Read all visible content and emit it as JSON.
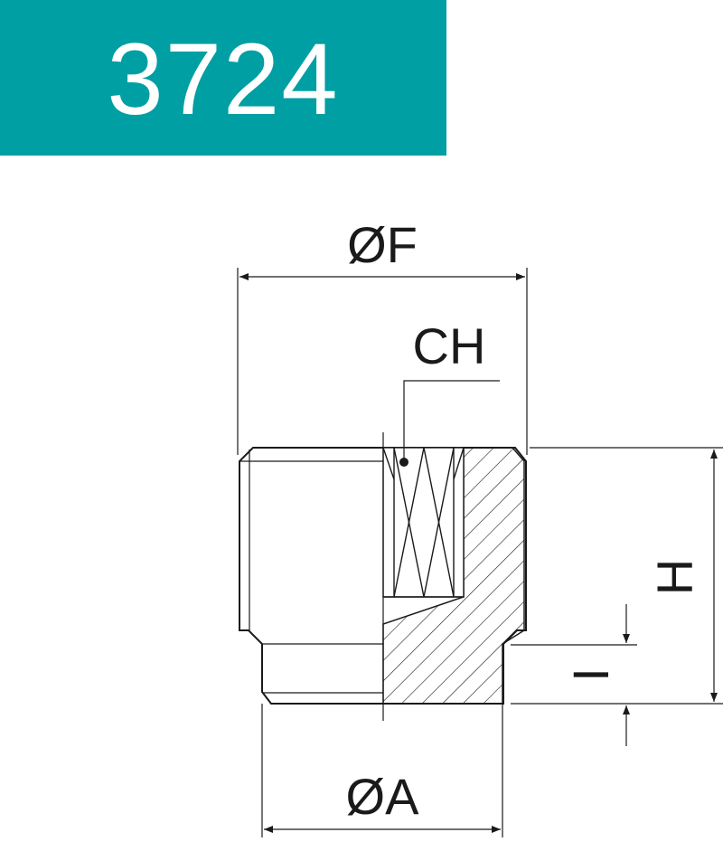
{
  "colors": {
    "banner": "#009fa3",
    "line": "#1a1a1a",
    "background": "#ffffff"
  },
  "banner": {
    "code": "3724"
  },
  "labels": {
    "dia_f": "ØF",
    "ch": "CH",
    "h": "H",
    "i": "I",
    "dia_a": "ØA"
  }
}
